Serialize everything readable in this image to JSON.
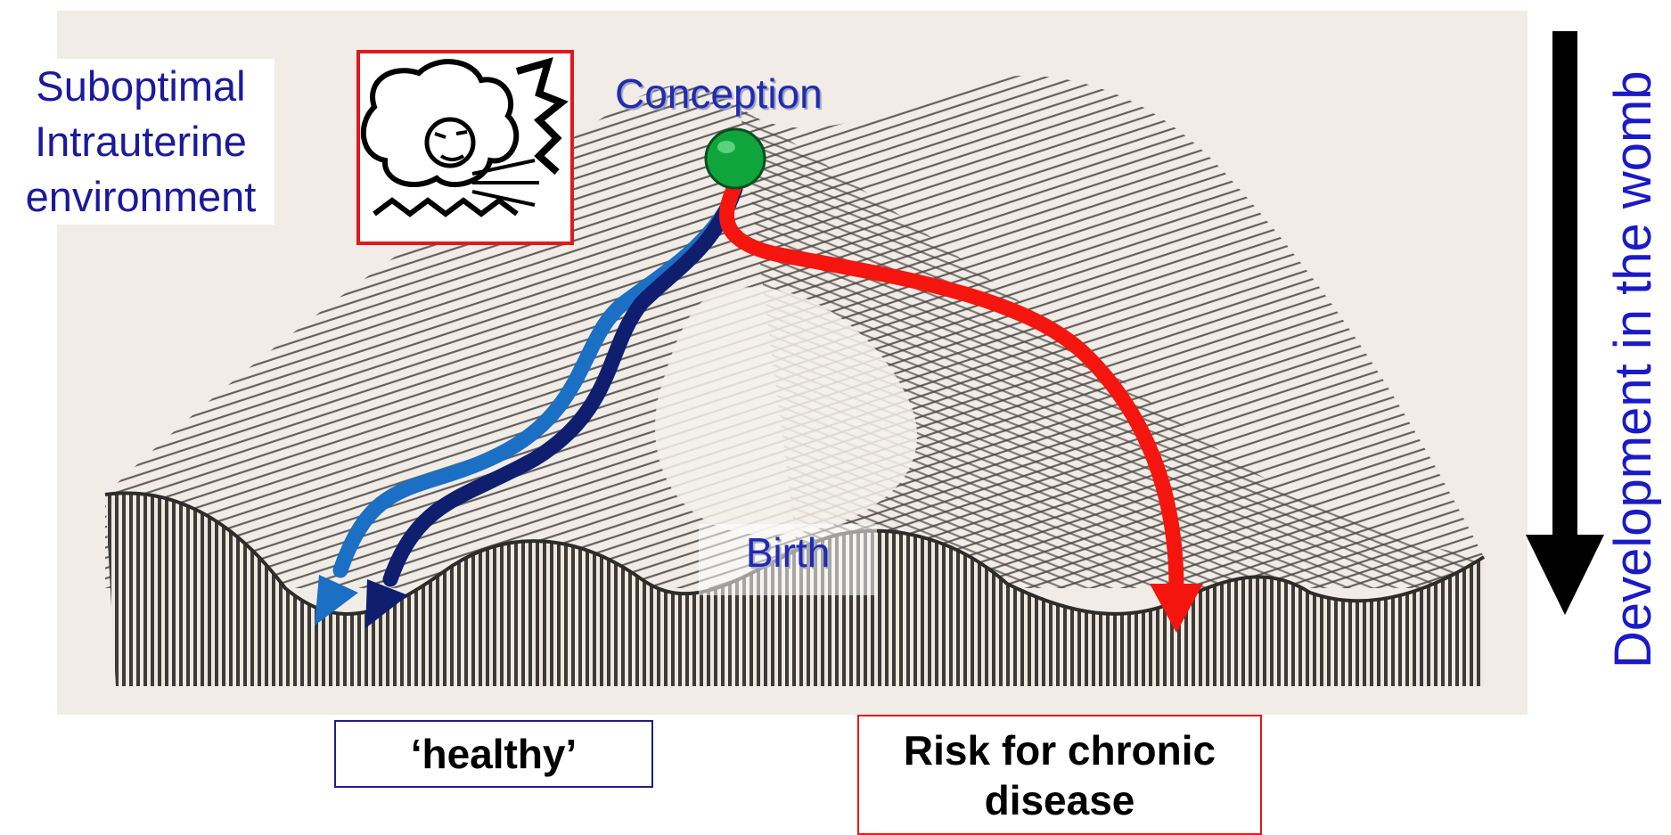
{
  "labels": {
    "environment_lines": [
      "Suboptimal",
      "Intrauterine",
      "environment"
    ],
    "conception": "Conception",
    "birth": "Birth",
    "healthy": "‘healthy’",
    "risk_lines": [
      "Risk for chronic",
      "disease"
    ],
    "development": "Development in the womb"
  },
  "colors": {
    "text_blue": "#1a1a9c",
    "healthy_light_blue": "#1b6fc4",
    "healthy_dark_blue": "#0f1e6e",
    "risk_red": "#f5150f",
    "ball_green": "#0fa53c",
    "wind_box_border": "#e0191d",
    "arrow_black": "#000000"
  },
  "icons": {
    "wind": "wind-god-icon",
    "ball": "green-ball-icon",
    "development_arrow": "down-arrow-icon"
  }
}
